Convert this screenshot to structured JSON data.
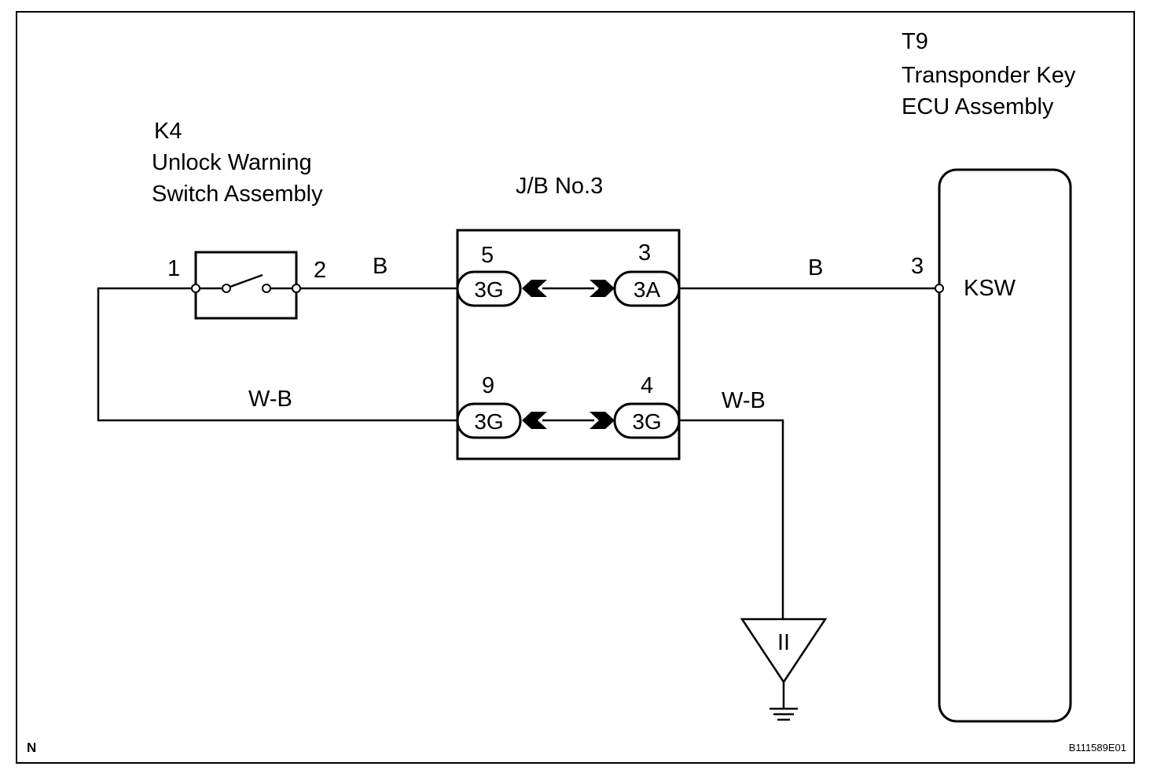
{
  "components": {
    "k4": {
      "code": "K4",
      "name_line1": "Unlock Warning",
      "name_line2": "Switch Assembly",
      "pin_left": "1",
      "pin_right": "2"
    },
    "jb": {
      "name": "J/B No.3",
      "connectors": [
        {
          "pin": "5",
          "label": "3G"
        },
        {
          "pin": "3",
          "label": "3A"
        },
        {
          "pin": "9",
          "label": "3G"
        },
        {
          "pin": "4",
          "label": "3G"
        }
      ]
    },
    "t9": {
      "code": "T9",
      "name_line1": "Transponder Key",
      "name_line2": "ECU Assembly",
      "pin": "3",
      "terminal": "KSW"
    },
    "ground": {
      "label": "II"
    }
  },
  "wires": {
    "k4_to_jb": "B",
    "jb_to_t9": "B",
    "k4_return": "W-B",
    "jb_to_ground": "W-B"
  },
  "footer": {
    "left_mark": "N",
    "figure_id": "B111589E01"
  }
}
